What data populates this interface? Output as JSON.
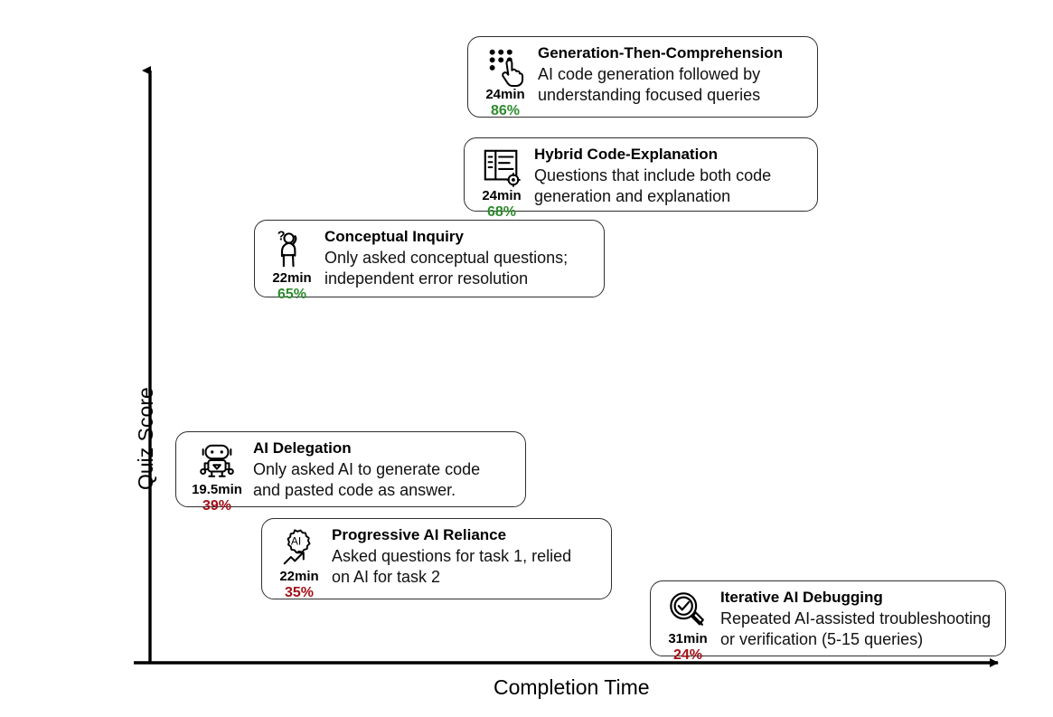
{
  "axes": {
    "y_label": "Quiz Score",
    "x_label": "Completion Time"
  },
  "chart_data": {
    "type": "scatter",
    "title": "",
    "xlabel": "Completion Time",
    "ylabel": "Quiz Score",
    "grid": false,
    "legend": null,
    "note": "Qualitative scatter of AI-usage strategies; each point is a labelled card positioned by completion time (x) and quiz score (y).",
    "categories": [
      "Generation-Then-Comprehension",
      "Hybrid Code-Explanation",
      "Conceptual Inquiry",
      "AI Delegation",
      "Progressive AI Reliance",
      "Iterative AI Debugging"
    ],
    "x": [
      24,
      24,
      22,
      19.5,
      22,
      31
    ],
    "y": [
      86,
      68,
      65,
      39,
      35,
      24
    ],
    "x_units": "min",
    "y_units": "%"
  },
  "cards": [
    {
      "id": "generation-then-comprehension",
      "icon": "dots-pointer-icon",
      "time": "24min",
      "score": "86%",
      "score_level": "high",
      "title": "Generation-Then-Comprehension",
      "desc_lines": [
        "AI code generation followed by",
        "understanding focused queries"
      ]
    },
    {
      "id": "hybrid-code-explanation",
      "icon": "document-gear-icon",
      "time": "24min",
      "score": "68%",
      "score_level": "high",
      "title": "Hybrid Code-Explanation",
      "desc_lines": [
        "Questions that include both code",
        "generation and explanation"
      ]
    },
    {
      "id": "conceptual-inquiry",
      "icon": "thinking-person-icon",
      "time": "22min",
      "score": "65%",
      "score_level": "high",
      "title": "Conceptual Inquiry",
      "desc_lines": [
        "Only asked conceptual questions;",
        "independent error resolution"
      ]
    },
    {
      "id": "ai-delegation",
      "icon": "robot-icon",
      "time": "19.5min",
      "score": "39%",
      "score_level": "low",
      "title": "AI Delegation",
      "desc_lines": [
        "Only asked AI to generate code",
        "and pasted code as answer."
      ]
    },
    {
      "id": "progressive-ai-reliance",
      "icon": "ai-gear-arrow-icon",
      "time": "22min",
      "score": "35%",
      "score_level": "low",
      "title": "Progressive AI Reliance",
      "desc_lines": [
        "Asked questions for task 1, relied",
        "on AI for task 2"
      ]
    },
    {
      "id": "iterative-ai-debugging",
      "icon": "magnifier-check-icon",
      "time": "31min",
      "score": "24%",
      "score_level": "low",
      "title": "Iterative AI Debugging",
      "desc_lines": [
        "Repeated AI-assisted troubleshooting",
        "or verification (5-15 queries)"
      ]
    }
  ],
  "colors": {
    "score_high": "#2e8b2e",
    "score_low": "#a41018",
    "axis": "#000000",
    "card_border": "#2f2f2f",
    "background": "#ffffff"
  }
}
